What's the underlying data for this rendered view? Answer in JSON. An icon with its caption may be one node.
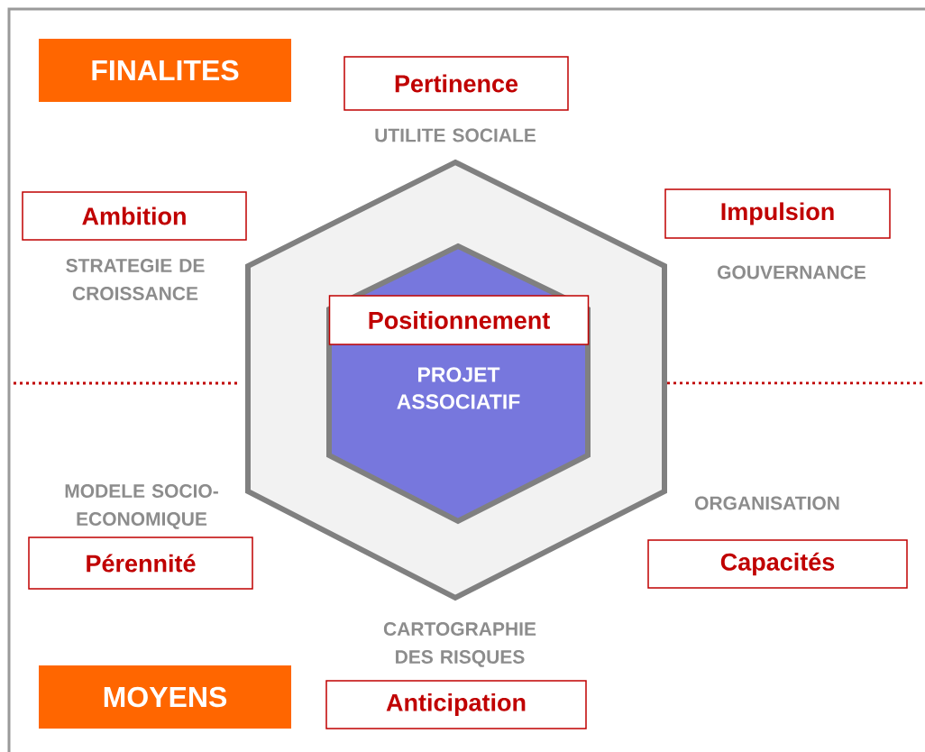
{
  "diagram": {
    "nodes": [
      {
        "text": [
          "FINALITES"
        ]
      },
      {
        "text": [
          "Pertinence"
        ],
        "beside": [
          "UTILITE SOCIALE"
        ]
      },
      {
        "text": [
          "Ambition"
        ],
        "beside": [
          "STRATEGIE DE CROISSANCE"
        ]
      },
      {
        "text": [
          "Impulsion"
        ],
        "beside": [
          "GOUVERNANCE"
        ]
      },
      {
        "text": [],
        "shape": "hexagon"
      },
      {
        "text": [
          "PROJET ASSOCIATIF"
        ],
        "in": 4
      },
      {
        "text": [
          "Positionnement"
        ],
        "in": 5
      },
      {
        "text": [
          "Pérennité"
        ],
        "beside": [
          "MODELE SOCIO-ECONOMIQUE"
        ]
      },
      {
        "text": [
          "Capacités"
        ],
        "beside": [
          "ORGANISATION"
        ]
      },
      {
        "text": [
          "MOYENS"
        ]
      },
      {
        "text": [
          "Anticipation"
        ],
        "beside": [
          "CARTOGRAPHIE DES RISQUES"
        ]
      }
    ]
  }
}
